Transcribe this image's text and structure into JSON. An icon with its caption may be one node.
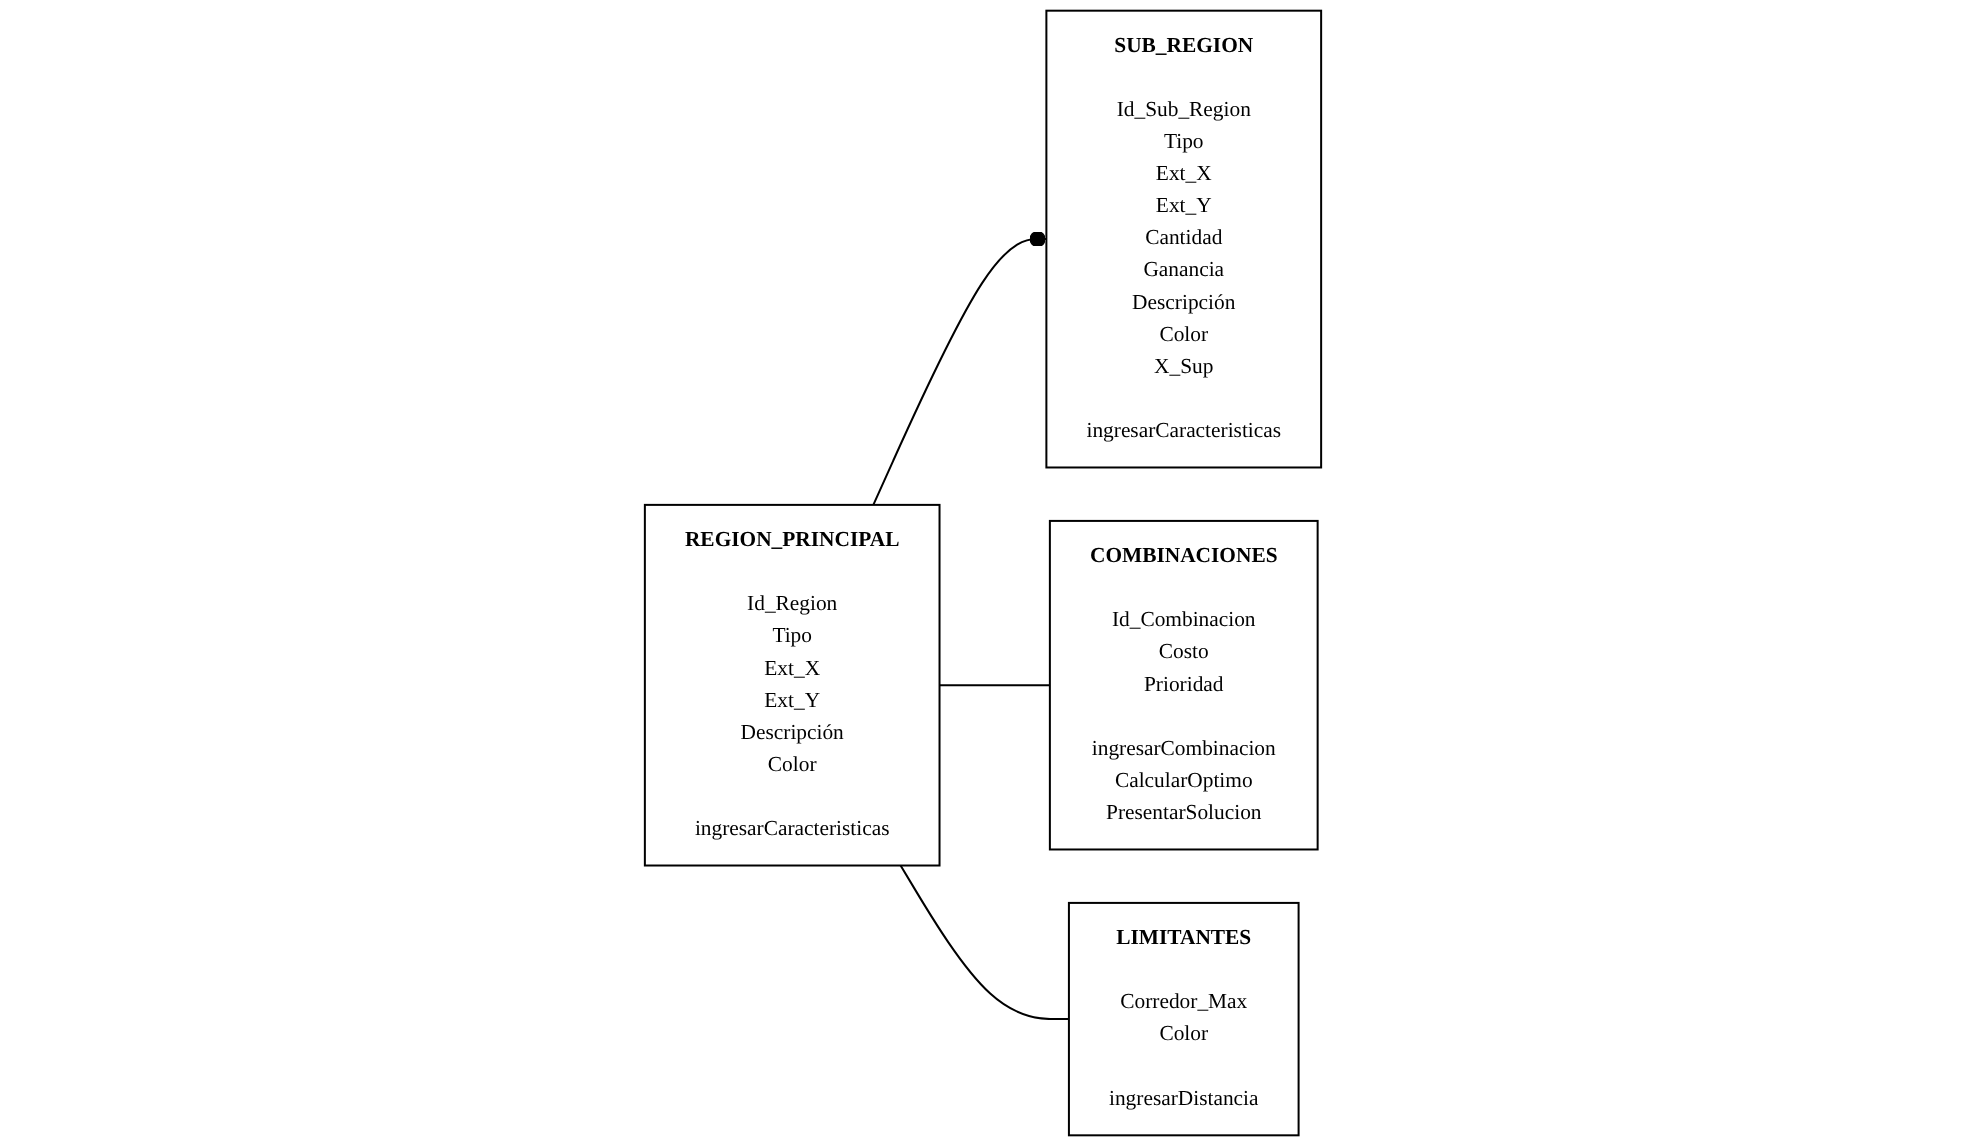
{
  "diagram": {
    "nodes": [
      {
        "text": [
          "REGION_PRINCIPAL",
          "Id_Region Tipo Ext_X Ext_Y Descripción Color",
          "ingresarCaracteristicas"
        ]
      },
      {
        "text": [
          "SUB_REGION",
          "Id_Sub_Region Tipo Ext_X Ext_Y Cantidad Ganancia Descripción Color X_Sup",
          "ingresarCaracteristicas"
        ]
      },
      {
        "text": [
          "COMBINACIONES",
          "Id_Combinacion Costo Prioridad",
          "ingresarCombinacion CalcularOptimo PresentarSolucion"
        ]
      },
      {
        "text": [
          "LIMITANTES",
          "Corredor_Max Color",
          "ingresarDistancia"
        ]
      }
    ],
    "edges": [
      {
        "from": 0,
        "to": 1,
        "arrow": "other"
      },
      {
        "from": 0,
        "to": 2,
        "arrow": "none"
      },
      {
        "from": 0,
        "to": 3,
        "arrow": "none"
      }
    ]
  }
}
